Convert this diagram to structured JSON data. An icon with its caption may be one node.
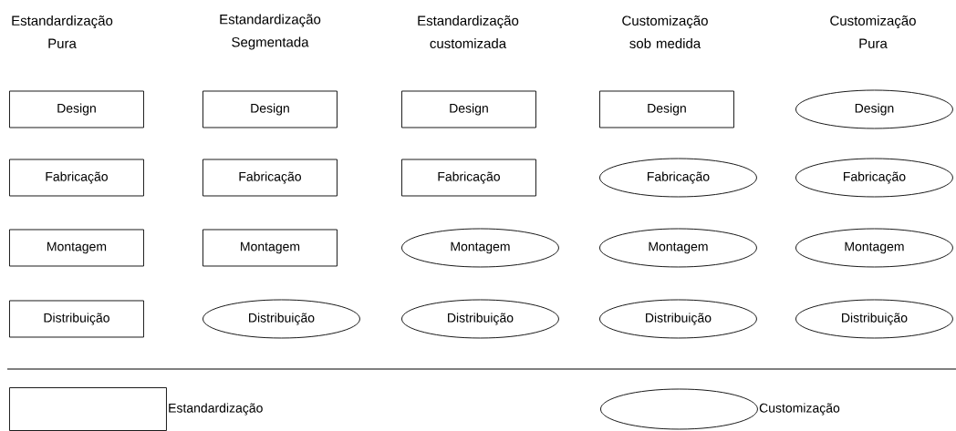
{
  "diagram": {
    "nodes": [
      {
        "text": [
          "Design"
        ]
      },
      {
        "text": [
          "Design"
        ]
      },
      {
        "text": [
          "Design"
        ]
      },
      {
        "text": [
          "Design"
        ]
      },
      {
        "text": [
          "Design"
        ]
      },
      {
        "text": [
          "Fabricação"
        ]
      },
      {
        "text": [
          "Fabricação"
        ]
      },
      {
        "text": [
          "Fabricação"
        ]
      },
      {
        "text": [
          "Fabricação"
        ]
      },
      {
        "text": [
          "Fabricação"
        ]
      },
      {
        "text": [
          "Montagem"
        ]
      },
      {
        "text": [
          "Montagem"
        ]
      },
      {
        "text": [
          "Montagem"
        ]
      },
      {
        "text": [
          "Montagem"
        ]
      },
      {
        "text": [
          "Montagem"
        ]
      },
      {
        "text": [
          "Distribuição"
        ]
      },
      {
        "text": [
          "Distribuição"
        ]
      },
      {
        "text": [
          "Distribuição"
        ]
      },
      {
        "text": [
          "Distribuição"
        ]
      },
      {
        "text": [
          "Distribuição"
        ]
      },
      {
        "text": [],
        "shape": "box",
        "beside": [
          "Estandardização"
        ]
      },
      {
        "text": [],
        "shape": "ellipse",
        "beside": [
          "Customização"
        ]
      }
    ],
    "labels": [
      "Estandardização Pura",
      "Estandardização Segmentada",
      "Estandardização customizada",
      "Customização sob medida",
      "Customização Pura"
    ]
  }
}
